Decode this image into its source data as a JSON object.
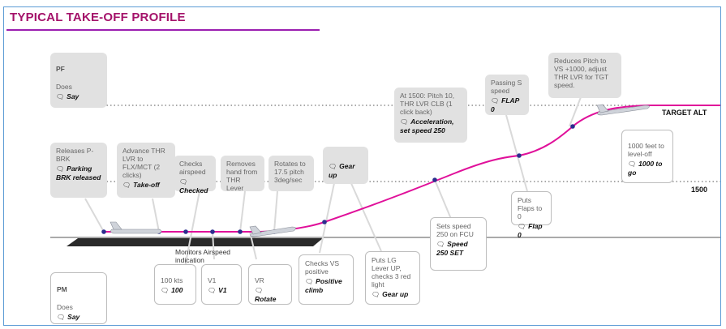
{
  "title": "TYPICAL TAKE-OFF PROFILE",
  "labels": {
    "target_alt": "TARGET ALT",
    "alt_1500": "1500",
    "monitors": "Monitors Airspeed indication"
  },
  "pf_box": {
    "header": "PF",
    "text": "Does",
    "say": "Say"
  },
  "pm_box": {
    "header": "PM",
    "text": "Does",
    "say": "Say"
  },
  "pf_steps": [
    {
      "text": "Releases P-BRK",
      "say": "Parking BRK released"
    },
    {
      "text": "Advance THR LVR to FLX/MCT (2 clicks)",
      "say": "Take-off"
    },
    {
      "text": "Checks airspeed",
      "say": "Checked"
    },
    {
      "text": "Removes hand from THR Lever",
      "say": ""
    },
    {
      "text": "Rotates to 17.5 pitch 3deg/sec",
      "say": ""
    },
    {
      "text": "",
      "say": "Gear up"
    },
    {
      "text": "At 1500: Pitch 10, THR LVR CLB (1 click back)",
      "say": "Acceleration, set speed 250"
    },
    {
      "text": "Passing S speed",
      "say": "FLAP 0"
    },
    {
      "text": "Reduces Pitch to VS +1000, adjust THR LVR for TGT speed.",
      "say": ""
    }
  ],
  "pm_steps": [
    {
      "text": "100 kts",
      "say": "100"
    },
    {
      "text": "V1",
      "say": "V1"
    },
    {
      "text": "VR",
      "say": "Rotate"
    },
    {
      "text": "Checks VS positive",
      "say": "Positive climb"
    },
    {
      "text": "Puts LG Lever UP, checks 3 red light",
      "say": "Gear up"
    },
    {
      "text": "Sets speed 250 on FCU",
      "say": "Speed 250 SET"
    },
    {
      "text": "Puts Flaps to 0",
      "say": "Flap 0"
    },
    {
      "text": "1000 feet to level-off",
      "say": "1000 to go"
    }
  ],
  "colors": {
    "title": "#a4126a",
    "path": "#e0109a",
    "marker": "#2b2d8e",
    "runway": "#2a2a2a"
  }
}
